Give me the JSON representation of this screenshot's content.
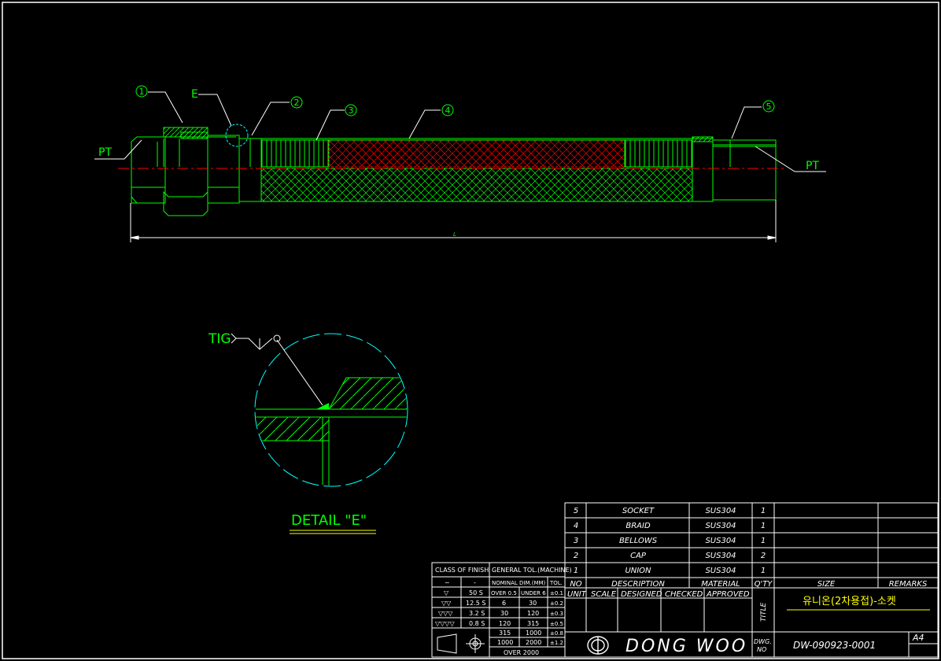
{
  "drawing": {
    "labels": {
      "pt_left": "PT",
      "pt_right": "PT",
      "e_marker": "E",
      "dim_length": "L",
      "tig": "TIG",
      "detail_title": "DETAIL \"E\""
    },
    "balloons": [
      "1",
      "2",
      "3",
      "4",
      "5"
    ]
  },
  "parts_list": {
    "rows": [
      {
        "no": "5",
        "description": "SOCKET",
        "material": "SUS304",
        "qty": "1"
      },
      {
        "no": "4",
        "description": "BRAID",
        "material": "SUS304",
        "qty": "1"
      },
      {
        "no": "3",
        "description": "BELLOWS",
        "material": "SUS304",
        "qty": "1"
      },
      {
        "no": "2",
        "description": "CAP",
        "material": "SUS304",
        "qty": "2"
      },
      {
        "no": "1",
        "description": "UNION",
        "material": "SUS304",
        "qty": "1"
      }
    ],
    "headers": {
      "no": "NO",
      "description": "DESCRIPTION",
      "material": "MATERIAL",
      "qty": "Q'TY",
      "size": "SIZE",
      "remarks": "REMARKS"
    }
  },
  "title_block": {
    "unit": "UNIT",
    "scale": "SCALE",
    "designed": "DESIGNED",
    "checked": "CHECKED",
    "approved": "APPROVED",
    "title_label": "TITLE",
    "title": "유니온(2차용접)-소켓",
    "company": "DONG WOO",
    "dwg_no_label_1": "DWG.",
    "dwg_no_label_2": "NO",
    "dwg_no": "DW-090923-0001",
    "size": "A4"
  },
  "finish_table": {
    "class_header": "CLASS OF FINISH",
    "tol_header": "GENERAL TOL.(MACHINE)",
    "nominal_header": "NOMINAL DIM.(MM)",
    "tol_col": "TOL.",
    "tilde": "~",
    "dash": "-",
    "classes": [
      {
        "symbol": "▽",
        "value": "50 S"
      },
      {
        "symbol": "▽▽",
        "value": "12.5 S"
      },
      {
        "symbol": "▽▽▽",
        "value": "3.2 S"
      },
      {
        "symbol": "▽▽▽▽",
        "value": "0.8 S"
      }
    ],
    "over_label": "OVER 0.5",
    "under_label": "UNDER 6",
    "tol_rows": [
      {
        "over": "6",
        "under": "30",
        "tol": "±0.2"
      },
      {
        "over": "30",
        "under": "120",
        "tol": "±0.3"
      },
      {
        "over": "120",
        "under": "315",
        "tol": "±0.5"
      },
      {
        "over": "315",
        "under": "1000",
        "tol": "±0.8"
      },
      {
        "over": "1000",
        "under": "2000",
        "tol": "±1.2"
      }
    ],
    "first_tol": "±0.1",
    "last_row": "OVER 2000"
  },
  "colors": {
    "green": "#00ff00",
    "cyan": "#00ffff",
    "red": "#ff0000",
    "yellow": "#ffff00",
    "white": "#ffffff"
  }
}
